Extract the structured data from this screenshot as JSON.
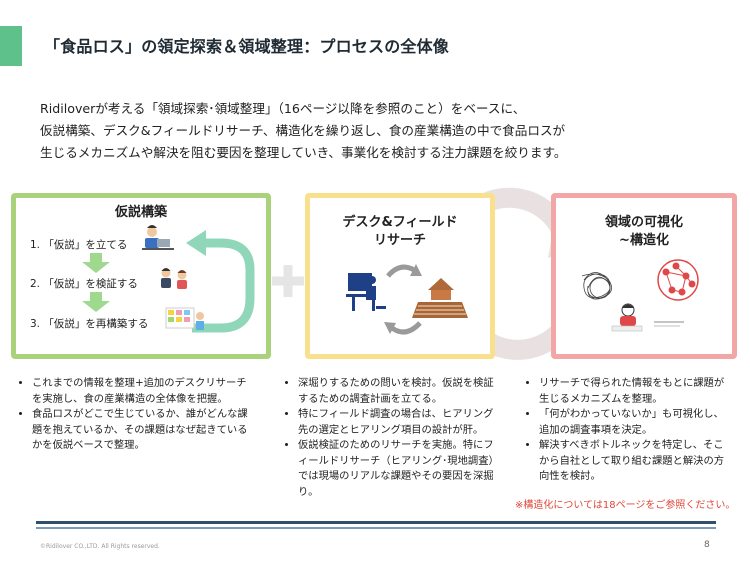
{
  "title": "「食品ロス」の領定探索＆領域整理：プロセスの全体像",
  "intro": [
    "Ridiloverが考える「領域探索･領域整理」（16ページ以降を参照のこと）をベースに、",
    "仮説構築、デスク&フィールドリサーチ、構造化を繰り返し、食の産業構造の中で食品ロスが",
    "生じるメカニズムや解決を阻む要因を整理していき、事業化を検討する注力課題を絞ります。"
  ],
  "panels": {
    "hypothesis": {
      "title": "仮説構築",
      "steps": [
        "1. 「仮説」を立てる",
        "2. 「仮説」を検証する",
        "3. 「仮説」を再構築する"
      ]
    },
    "research": {
      "title_line1": "デスク&フィールド",
      "title_line2": "リサーチ"
    },
    "visualize": {
      "title_line1": "領域の可視化",
      "title_line2": "~構造化"
    }
  },
  "bullets": {
    "col1": [
      "これまでの情報を整理+追加のデスクリサーチを実施し、食の産業構造の全体像を把握。",
      "食品ロスがどこで生じているか、誰がどんな課題を抱えているか、その課題はなぜ起きているかを仮説ベースで整理。"
    ],
    "col2": [
      "深堀りするための問いを検討。仮説を検証するための調査計画を立てる。",
      "特にフィールド調査の場合は、ヒアリング先の選定とヒアリング項目の設計が肝。",
      "仮説検証のためのリサーチを実施。特にフィールドリサーチ（ヒアリング･現地調査）では現場のリアルな課題やその要因を深掘り。"
    ],
    "col3": [
      "リサーチで得られた情報をもとに課題が生じるメカニズムを整理。",
      "「何がわかっていないか」も可視化し、追加の調査事項を決定。",
      "解決すべきボトルネックを特定し、そこから自社として取り組む課題と解決の方向性を検討。"
    ]
  },
  "note": "※構造化については18ページをご参照ください。",
  "copyright": "©Ridilover CO.,LTD. All Rights reserved.",
  "page_number": "8",
  "colors": {
    "accent": "#5ec08a",
    "green": "#a9d27a",
    "yellow": "#f9e08f",
    "pink": "#f3a6a6",
    "note": "#e0473a"
  }
}
